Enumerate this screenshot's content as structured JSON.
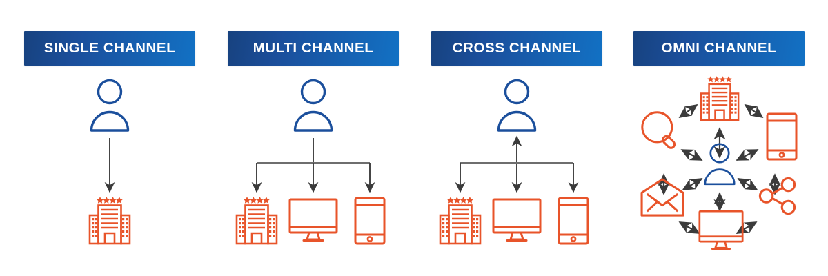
{
  "diagram": {
    "title_text_color": "#ffffff",
    "background": "#ffffff",
    "colors": {
      "banner_gradient_start": "#1B4E9B",
      "banner_gradient_end": "#1271C4",
      "customer_blue": "#1B4F9C",
      "channel_orange": "#E8542A",
      "arrow_gray": "#3B3B3B",
      "connector_gray": "#6E6E6E"
    },
    "columns": [
      {
        "id": "single-channel",
        "banner_label": "SINGLE CHANNEL",
        "customer": {
          "icon": "person-icon",
          "color": "#1B4F9C"
        },
        "flow": "one-way",
        "channels": [
          {
            "icon": "hotel-icon",
            "label": "hotel",
            "stars": 4
          }
        ],
        "arrows": [
          {
            "from": "customer",
            "to": "hotel-icon",
            "direction": "down"
          }
        ]
      },
      {
        "id": "multi-channel",
        "banner_label": "MULTI CHANNEL",
        "customer": {
          "icon": "person-icon",
          "color": "#1B4F9C"
        },
        "flow": "one-way-branched",
        "channels": [
          {
            "icon": "hotel-icon",
            "label": "hotel",
            "stars": 4
          },
          {
            "icon": "monitor-icon",
            "label": "desktop"
          },
          {
            "icon": "tablet-icon",
            "label": "tablet"
          }
        ],
        "arrows": [
          {
            "from": "customer",
            "to": "hotel-icon",
            "direction": "down"
          },
          {
            "from": "customer",
            "to": "monitor-icon",
            "direction": "down"
          },
          {
            "from": "customer",
            "to": "tablet-icon",
            "direction": "down"
          }
        ]
      },
      {
        "id": "cross-channel",
        "banner_label": "CROSS CHANNEL",
        "customer": {
          "icon": "person-icon",
          "color": "#1B4F9C"
        },
        "flow": "two-way-branched",
        "channels": [
          {
            "icon": "hotel-icon",
            "label": "hotel",
            "stars": 4
          },
          {
            "icon": "monitor-icon",
            "label": "desktop"
          },
          {
            "icon": "tablet-icon",
            "label": "tablet"
          }
        ],
        "arrows": [
          {
            "from": "customer",
            "to": "hotel-icon",
            "direction": "down"
          },
          {
            "from": "customer",
            "to": "monitor-icon",
            "direction": "both"
          },
          {
            "from": "customer",
            "to": "tablet-icon",
            "direction": "down"
          }
        ]
      },
      {
        "id": "omni-channel",
        "banner_label": "OMNI CHANNEL",
        "customer": {
          "icon": "person-icon",
          "color": "#1B4F9C"
        },
        "flow": "network-two-way",
        "channels": [
          {
            "icon": "hotel-icon",
            "label": "hotel",
            "stars": 4,
            "position": "top"
          },
          {
            "icon": "tablet-icon",
            "label": "tablet",
            "position": "top-right"
          },
          {
            "icon": "share-icon",
            "label": "social-share",
            "position": "bottom-right"
          },
          {
            "icon": "monitor-icon",
            "label": "desktop",
            "position": "bottom"
          },
          {
            "icon": "envelope-icon",
            "label": "email",
            "position": "bottom-left"
          },
          {
            "icon": "magnifier-icon",
            "label": "search",
            "position": "top-left"
          }
        ],
        "arrows": [
          {
            "from": "customer",
            "to": "hotel-icon",
            "direction": "both"
          },
          {
            "from": "customer",
            "to": "tablet-icon",
            "direction": "both"
          },
          {
            "from": "customer",
            "to": "share-icon",
            "direction": "both"
          },
          {
            "from": "customer",
            "to": "monitor-icon",
            "direction": "both"
          },
          {
            "from": "customer",
            "to": "envelope-icon",
            "direction": "both"
          },
          {
            "from": "customer",
            "to": "magnifier-icon",
            "direction": "both"
          },
          {
            "from": "magnifier-icon",
            "to": "hotel-icon",
            "direction": "both"
          },
          {
            "from": "hotel-icon",
            "to": "tablet-icon",
            "direction": "both"
          },
          {
            "from": "tablet-icon",
            "to": "share-icon",
            "direction": "both"
          },
          {
            "from": "share-icon",
            "to": "monitor-icon",
            "direction": "both"
          },
          {
            "from": "monitor-icon",
            "to": "envelope-icon",
            "direction": "both"
          },
          {
            "from": "envelope-icon",
            "to": "magnifier-icon",
            "direction": "both"
          }
        ]
      }
    ]
  }
}
